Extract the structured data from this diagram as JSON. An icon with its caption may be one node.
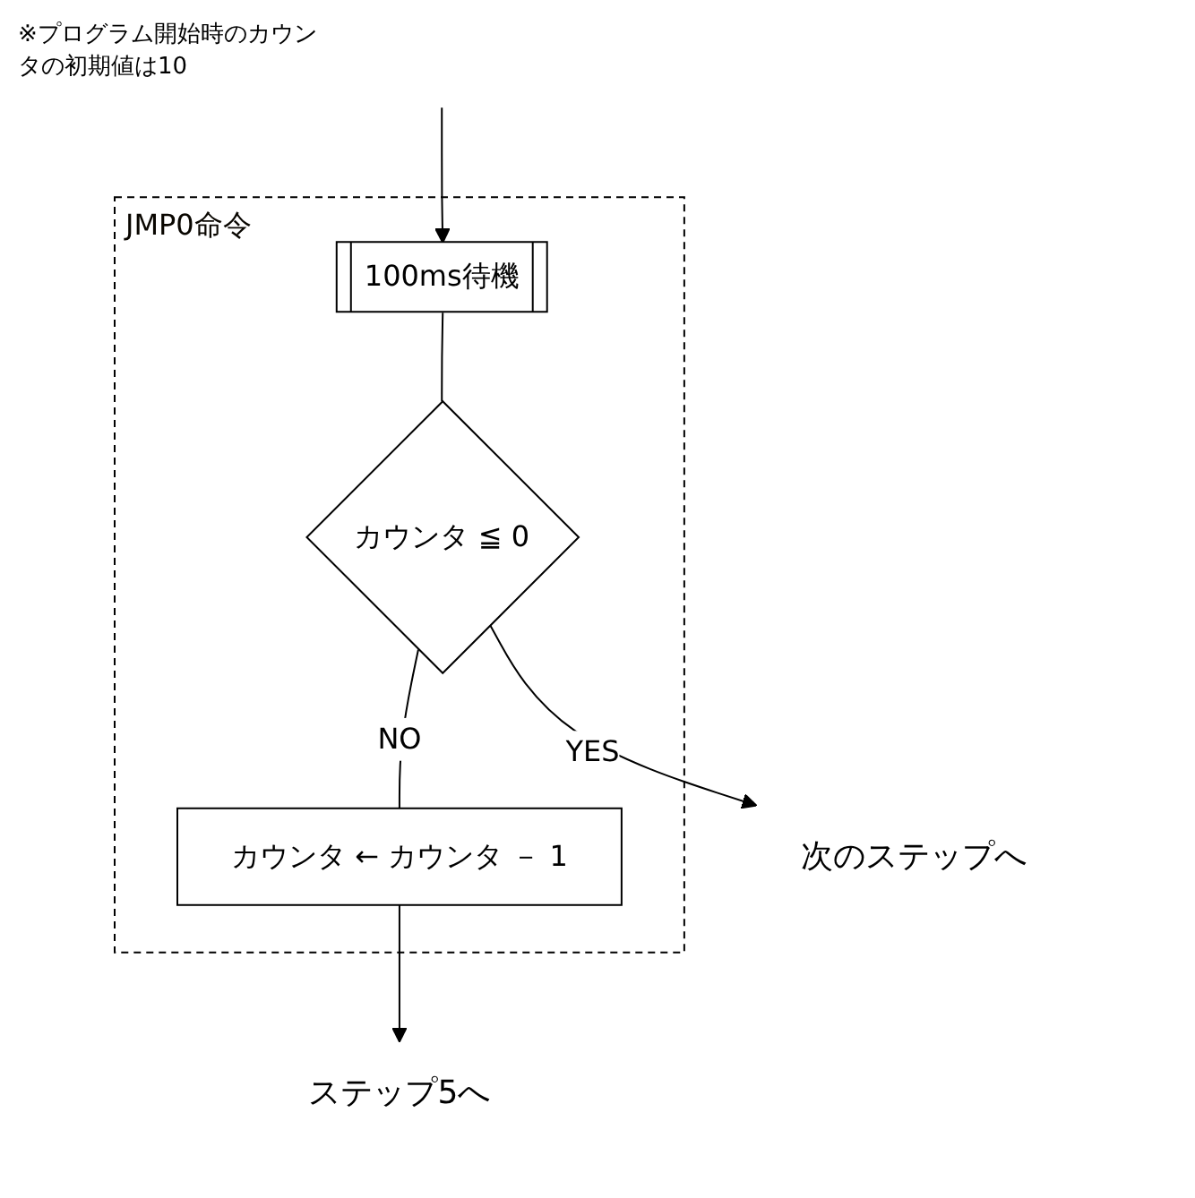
{
  "diagram": {
    "nodes": [
      {
        "text": [
          "JMP0命令"
        ]
      },
      {
        "text": [
          "100ms待機"
        ],
        "in": 0
      },
      {
        "text": [
          "カウンタ ≦ 0"
        ],
        "in": 0
      },
      {
        "text": [
          "カウンタ ← カウンタ － 1"
        ],
        "in": 0
      },
      {
        "text": [
          "ステップ5へ"
        ]
      },
      {
        "text": [
          "次のステップへ"
        ]
      }
    ],
    "edges": [
      {
        "from": null,
        "to": 1,
        "arrow": "to"
      },
      {
        "from": 1,
        "to": 2,
        "arrow": "none"
      },
      {
        "from": 2,
        "to": 3,
        "arrow": "none",
        "label": "NO"
      },
      {
        "from": 3,
        "to": 4,
        "arrow": "to"
      },
      {
        "from": 2,
        "to": 5,
        "arrow": "to",
        "label": "YES"
      }
    ],
    "labels": [
      "※プログラム開始時のカウンタの初期値は10"
    ]
  }
}
